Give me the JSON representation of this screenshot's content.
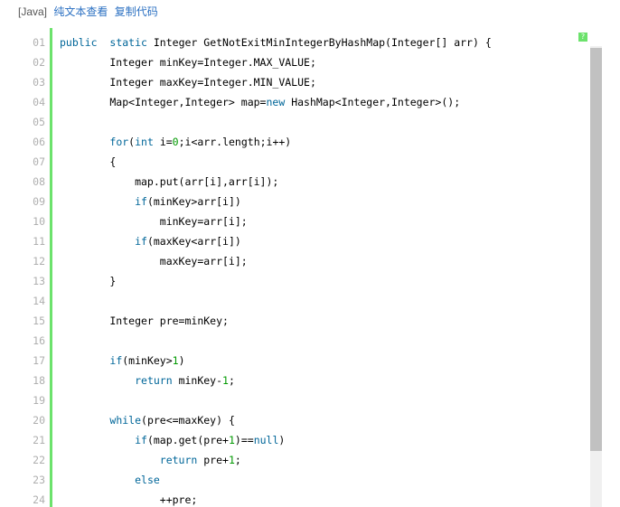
{
  "toolbar": {
    "language": "[Java]",
    "view_plain": "纯文本查看",
    "copy_code": "复制代码"
  },
  "badge": "?",
  "code_lines": [
    {
      "n": "01",
      "t": [
        [
          "kw",
          "public"
        ],
        [
          "",
          "  "
        ],
        [
          "kw",
          "static"
        ],
        [
          "",
          " Integer GetNotExitMinIntegerByHashMap(Integer[] arr) {"
        ]
      ]
    },
    {
      "n": "02",
      "t": [
        [
          "",
          "        Integer minKey=Integer.MAX_VALUE;"
        ]
      ]
    },
    {
      "n": "03",
      "t": [
        [
          "",
          "        Integer maxKey=Integer.MIN_VALUE;"
        ]
      ]
    },
    {
      "n": "04",
      "t": [
        [
          "",
          "        Map<Integer,Integer> map="
        ],
        [
          "kw",
          "new"
        ],
        [
          "",
          " HashMap<Integer,Integer>();"
        ]
      ]
    },
    {
      "n": "05",
      "t": []
    },
    {
      "n": "06",
      "t": [
        [
          "",
          "        "
        ],
        [
          "kw",
          "for"
        ],
        [
          "",
          "("
        ],
        [
          "kw",
          "int"
        ],
        [
          "",
          " i="
        ],
        [
          "num",
          "0"
        ],
        [
          "",
          ";i<arr.length;i++)"
        ]
      ]
    },
    {
      "n": "07",
      "t": [
        [
          "",
          "        {"
        ]
      ]
    },
    {
      "n": "08",
      "t": [
        [
          "",
          "            map.put(arr[i],arr[i]);"
        ]
      ]
    },
    {
      "n": "09",
      "t": [
        [
          "",
          "            "
        ],
        [
          "kw",
          "if"
        ],
        [
          "",
          "(minKey>arr[i])"
        ]
      ]
    },
    {
      "n": "10",
      "t": [
        [
          "",
          "                minKey=arr[i];"
        ]
      ]
    },
    {
      "n": "11",
      "t": [
        [
          "",
          "            "
        ],
        [
          "kw",
          "if"
        ],
        [
          "",
          "(maxKey<arr[i])"
        ]
      ]
    },
    {
      "n": "12",
      "t": [
        [
          "",
          "                maxKey=arr[i];"
        ]
      ]
    },
    {
      "n": "13",
      "t": [
        [
          "",
          "        }"
        ]
      ]
    },
    {
      "n": "14",
      "t": []
    },
    {
      "n": "15",
      "t": [
        [
          "",
          "        Integer pre=minKey;"
        ]
      ]
    },
    {
      "n": "16",
      "t": []
    },
    {
      "n": "17",
      "t": [
        [
          "",
          "        "
        ],
        [
          "kw",
          "if"
        ],
        [
          "",
          "(minKey>"
        ],
        [
          "num",
          "1"
        ],
        [
          "",
          ")"
        ]
      ]
    },
    {
      "n": "18",
      "t": [
        [
          "",
          "            "
        ],
        [
          "kw",
          "return"
        ],
        [
          "",
          " minKey-"
        ],
        [
          "num",
          "1"
        ],
        [
          "",
          ";"
        ]
      ]
    },
    {
      "n": "19",
      "t": []
    },
    {
      "n": "20",
      "t": [
        [
          "",
          "        "
        ],
        [
          "kw",
          "while"
        ],
        [
          "",
          "(pre<=maxKey) {"
        ]
      ]
    },
    {
      "n": "21",
      "t": [
        [
          "",
          "            "
        ],
        [
          "kw",
          "if"
        ],
        [
          "",
          "(map.get(pre+"
        ],
        [
          "num",
          "1"
        ],
        [
          "",
          ")=="
        ],
        [
          "kw",
          "null"
        ],
        [
          "",
          ")"
        ]
      ]
    },
    {
      "n": "22",
      "t": [
        [
          "",
          "                "
        ],
        [
          "kw",
          "return"
        ],
        [
          "",
          " pre+"
        ],
        [
          "num",
          "1"
        ],
        [
          "",
          ";"
        ]
      ]
    },
    {
      "n": "23",
      "t": [
        [
          "",
          "            "
        ],
        [
          "kw",
          "else"
        ]
      ]
    },
    {
      "n": "24",
      "t": [
        [
          "",
          "                ++pre;"
        ]
      ]
    }
  ]
}
